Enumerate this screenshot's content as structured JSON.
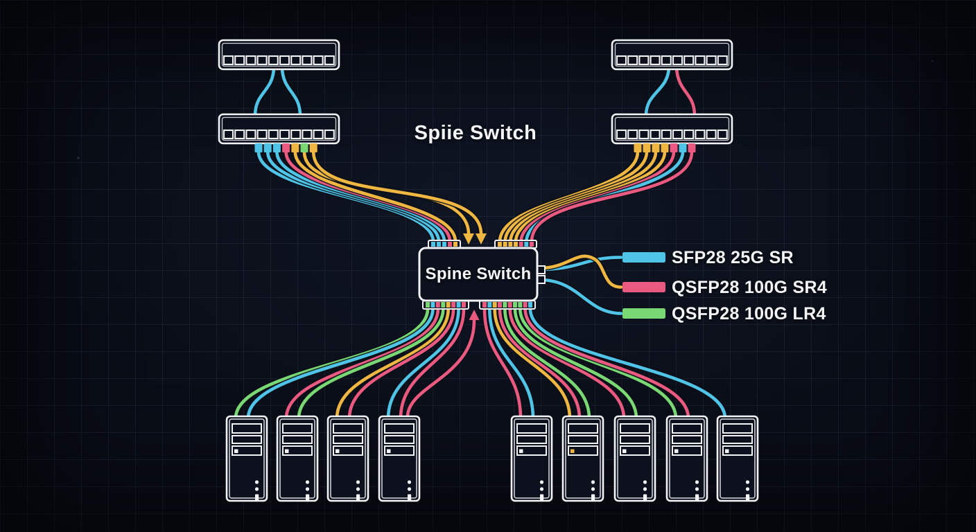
{
  "diagram": {
    "top_label": "Spiie Switch",
    "spine_label": "Spine Switch"
  },
  "legend": {
    "items": [
      {
        "label": "SFP28 25G SR",
        "color_key": "cyan"
      },
      {
        "label": "QSFP28 100G SR4",
        "color_key": "pink"
      },
      {
        "label": "QSFP28 100G LR4",
        "color_key": "green"
      }
    ]
  },
  "colors": {
    "cyan": "#4fc4e6",
    "pink": "#ea5a80",
    "yellow": "#efb742",
    "green": "#79d873",
    "stroke_white": "#f2f4f8",
    "box_fill": "#0c111d",
    "background": "#090d16"
  },
  "topology": {
    "leaf_switches": {
      "ports_per_switch": 10,
      "left_pair_uplinks": [
        "cyan",
        "cyan"
      ],
      "right_pair_uplinks": [
        "cyan",
        "pink"
      ],
      "left_downlink_stubs": [
        "cyan",
        "cyan",
        "cyan",
        "pink",
        "yellow",
        "green",
        "yellow"
      ],
      "left_downlink_cables": [
        "cyan",
        "cyan",
        "cyan",
        "pink",
        "yellow"
      ],
      "left_arrow_cables": [
        "yellow",
        "yellow"
      ],
      "right_downlink_stubs": [
        "yellow",
        "yellow",
        "yellow",
        "yellow",
        "pink",
        "cyan",
        "pink"
      ],
      "right_downlink_cables": [
        "yellow",
        "yellow",
        "yellow",
        "yellow",
        "pink",
        "cyan",
        "pink"
      ]
    },
    "spine_top_left_ports": [
      "cyan",
      "cyan",
      "cyan",
      "pink",
      "yellow"
    ],
    "spine_top_right_ports": [
      "yellow",
      "yellow",
      "yellow",
      "yellow",
      "pink",
      "cyan",
      "pink"
    ],
    "spine_bottom_left_ports": [
      "green",
      "cyan",
      "pink",
      "green",
      "yellow",
      "pink",
      "cyan",
      "pink"
    ],
    "spine_bottom_right_ports": [
      "pink",
      "cyan",
      "yellow",
      "pink",
      "green",
      "pink",
      "green",
      "green",
      "pink",
      "cyan"
    ],
    "spine_top_arrow_color": "yellow",
    "spine_bottom_arrow_color": "pink",
    "legend_uplink_cables": [
      "cyan",
      "yellow",
      "cyan"
    ],
    "servers": [
      {
        "cables": [
          "green",
          "cyan"
        ],
        "led": "white"
      },
      {
        "cables": [
          "pink",
          "green"
        ],
        "led": "white"
      },
      {
        "cables": [
          "yellow",
          "pink"
        ],
        "led": "white"
      },
      {
        "cables": [
          "cyan",
          "pink"
        ],
        "led": "white"
      },
      {
        "cables": [
          "pink",
          "cyan"
        ],
        "led": "white"
      },
      {
        "cables": [
          "yellow",
          "pink",
          "green"
        ],
        "led": "yellow"
      },
      {
        "cables": [
          "pink",
          "green"
        ],
        "led": "white"
      },
      {
        "cables": [
          "green",
          "pink"
        ],
        "led": "white"
      },
      {
        "cables": [
          "cyan"
        ],
        "led": "white"
      }
    ]
  }
}
